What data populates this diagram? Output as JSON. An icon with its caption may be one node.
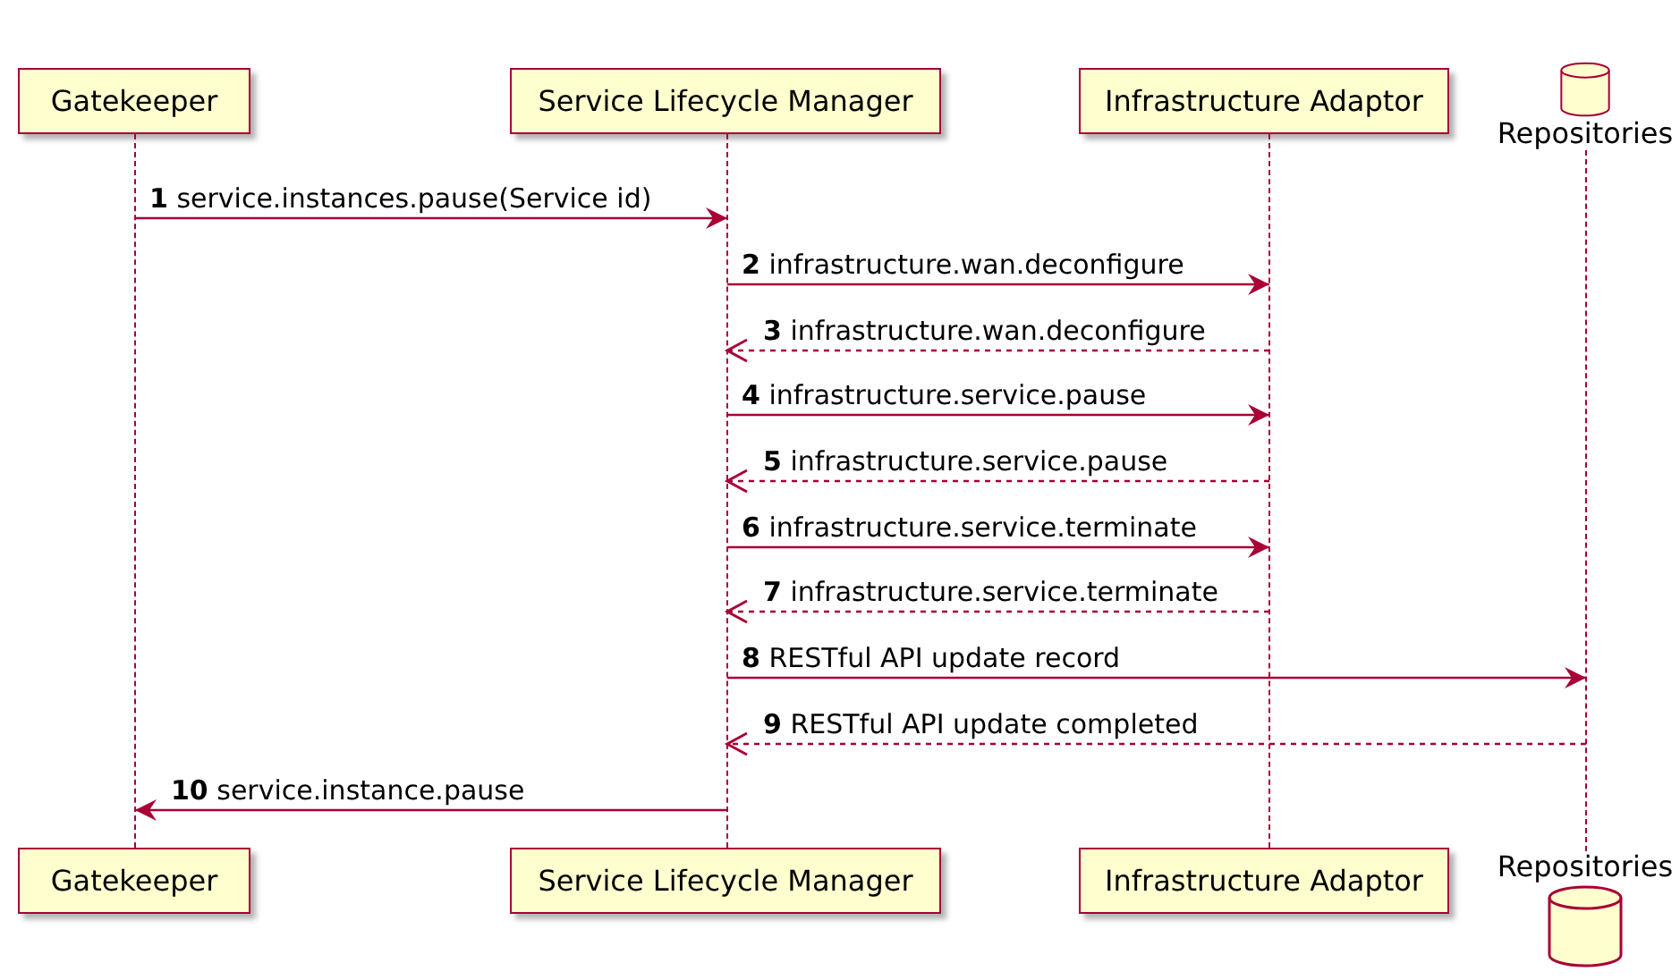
{
  "diagram": {
    "nodes": [
      {
        "text": [
          "Gatekeeper"
        ]
      },
      {
        "text": [
          "Service Lifecycle Manager"
        ]
      },
      {
        "text": [
          "Infrastructure Adaptor"
        ]
      },
      {
        "text": [
          "Repositories"
        ]
      },
      {
        "text": [],
        "shape": "bar"
      },
      {
        "text": [],
        "shape": "bar"
      },
      {
        "text": [],
        "shape": "bar"
      },
      {
        "text": [],
        "shape": "bar"
      },
      {
        "text": [
          "Gatekeeper"
        ]
      },
      {
        "text": [
          "Service Lifecycle Manager"
        ]
      },
      {
        "text": [
          "Infrastructure Adaptor"
        ]
      },
      {
        "text": [
          "Repositories"
        ]
      }
    ],
    "edges": [
      {
        "from": 4,
        "to": 5,
        "arrow": "to",
        "label": "**1** service.instances.pause(Service id)"
      },
      {
        "from": 5,
        "to": 6,
        "arrow": "to",
        "label": "**2** infrastructure.wan.deconfigure"
      },
      {
        "from": 6,
        "to": 5,
        "arrow": "to",
        "label": "**3** infrastructure.wan.deconfigure",
        "style": "dashed"
      },
      {
        "from": 5,
        "to": 6,
        "arrow": "to",
        "label": "**4** infrastructure.service.pause"
      },
      {
        "from": 6,
        "to": 5,
        "arrow": "to",
        "label": "**5** infrastructure.service.pause",
        "style": "dashed"
      },
      {
        "from": 5,
        "to": 6,
        "arrow": "to",
        "label": "**6** infrastructure.service.terminate"
      },
      {
        "from": 6,
        "to": 5,
        "arrow": "to",
        "label": "**7** infrastructure.service.terminate",
        "style": "dashed"
      },
      {
        "from": 5,
        "to": 7,
        "arrow": "to",
        "label": "**8** RESTful API update record"
      },
      {
        "from": 7,
        "to": 5,
        "arrow": "to",
        "label": "**9** RESTful API update completed",
        "style": "dashed"
      },
      {
        "from": 5,
        "to": 4,
        "arrow": "to",
        "label": "**10** service.instance.pause"
      }
    ]
  }
}
